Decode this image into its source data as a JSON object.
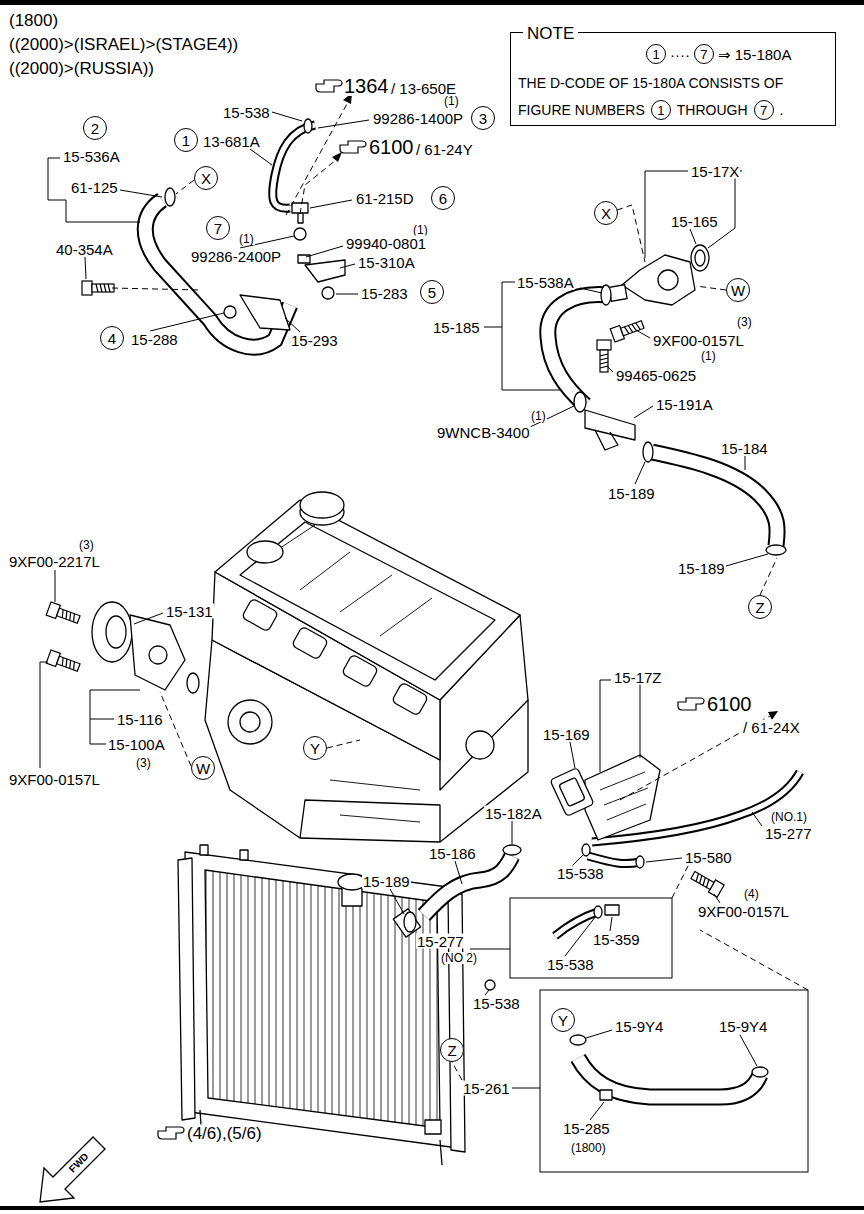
{
  "diagram": {
    "nodes": [
      {
        "text": [
          "NOTE",
          "····",
          "⇒ 15-180A",
          "THE D-CODE OF 15-180A CONSISTS OF",
          "FIGURE NUMBERS",
          "THROUGH",
          "."
        ]
      },
      {
        "text": [
          "1"
        ],
        "in": 0
      },
      {
        "text": [
          "7"
        ],
        "in": 0
      },
      {
        "text": [
          "1"
        ],
        "in": 0
      },
      {
        "text": [
          "7"
        ],
        "in": 0
      },
      {
        "text": [
          "3"
        ]
      },
      {
        "text": [
          "2"
        ]
      },
      {
        "text": [
          "1"
        ]
      },
      {
        "text": [
          "X"
        ]
      },
      {
        "text": [
          "6"
        ]
      },
      {
        "text": [
          "7"
        ]
      },
      {
        "text": [
          "5"
        ]
      },
      {
        "text": [
          "4"
        ]
      },
      {
        "text": [
          "X"
        ]
      },
      {
        "text": [
          "W"
        ]
      },
      {
        "text": [
          "Z"
        ]
      },
      {
        "text": [
          "Y"
        ]
      },
      {
        "text": [
          "W"
        ]
      },
      {
        "text": [
          "Y"
        ]
      },
      {
        "text": [
          "Z"
        ]
      }
    ],
    "labels": [
      "(1800)",
      "((2000)>(ISRAEL)>(STAGE4))",
      "((2000)>(RUSSIA))",
      "15-538",
      "1364",
      "/ 13-650E",
      "(1)",
      "99286-1400P",
      "13-681A",
      "15-536A",
      "6100",
      "/ 61-24Y",
      "61-125",
      "61-215D",
      "(1)",
      "99286-2400P",
      "(1)",
      "99940-0801",
      "40-354A",
      "15-310A",
      "15-283",
      "15-288",
      "15-293",
      "15-17X",
      "15-165",
      "15-538A",
      "15-185",
      "(3)",
      "9XF00-0157L",
      "(1)",
      "99465-0625",
      "15-191A",
      "(1)",
      "9WNCB-3400",
      "15-184",
      "15-189",
      "15-189",
      "(3)",
      "9XF00-2217L",
      "15-131",
      "15-116",
      "15-100A",
      "(3)",
      "9XF00-0157L",
      "15-17Z",
      "6100",
      "/ 61-24X",
      "15-169",
      "15-182A",
      "(NO.1)",
      "15-277",
      "15-186",
      "15-538",
      "15-580",
      "15-189",
      "(4)",
      "9XF00-0157L",
      "15-277",
      "(NO 2)",
      "15-359",
      "15-538",
      "15-538",
      "15-9Y4",
      "15-9Y4",
      "15-261",
      "15-285",
      "(1800)",
      "(4/6),(5/6)",
      "FWD"
    ]
  }
}
